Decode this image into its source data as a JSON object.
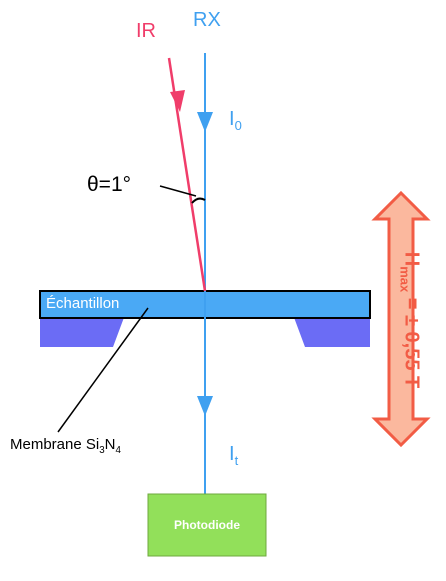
{
  "labels": {
    "ir": "IR",
    "rx": "RX",
    "i0": {
      "main": "I",
      "sub": "0"
    },
    "it": {
      "main": "I",
      "sub": "t"
    },
    "angle": "θ=1°",
    "sample": "Échantillon",
    "membrane": {
      "prefix": "Membrane Si",
      "sub1": "3",
      "mid": "N",
      "sub2": "4"
    },
    "field": {
      "main": "H",
      "sub": "max",
      "rest": " = ± 0,55 T"
    },
    "photodiode": "Photodiode"
  },
  "colors": {
    "ir_beam": "#f03d6a",
    "rx_beam": "#3fa0f0",
    "sample": "#4aa9f5",
    "membrane": "#6b6cf5",
    "field_arrow_fill": "#fbb89e",
    "field_arrow_stroke": "#f25c45",
    "photodiode": "#92e05a"
  }
}
